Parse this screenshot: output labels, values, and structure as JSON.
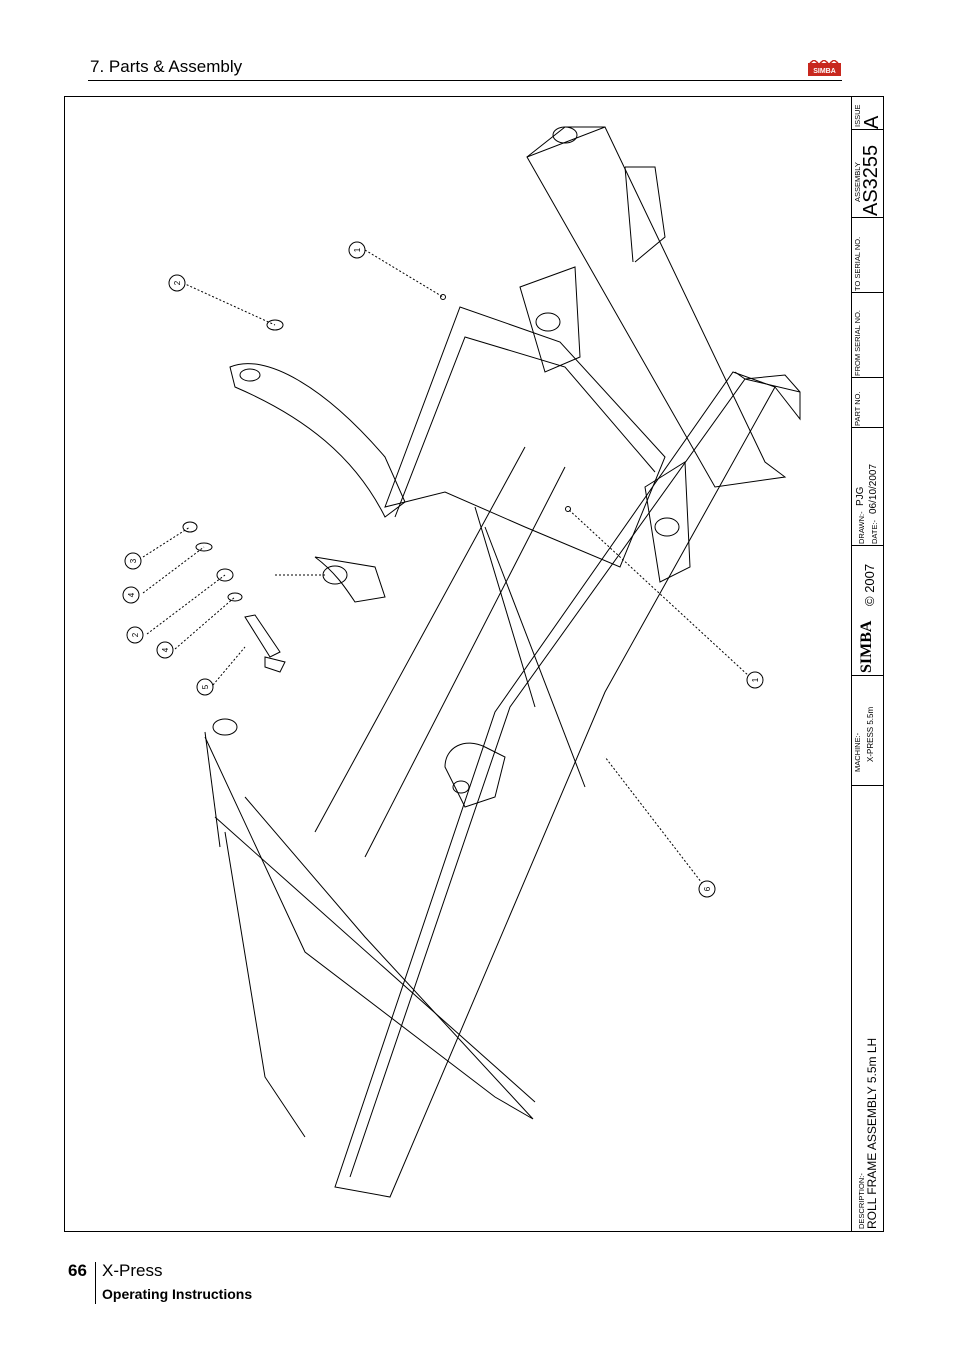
{
  "header": {
    "section_title": "7. Parts & Assembly",
    "logo_text": "SIMBA"
  },
  "title_block": {
    "issue_label": "ISSUE",
    "issue_value": "A",
    "assembly_label": "ASSEMBLY",
    "assembly_value": "AS3255",
    "to_serial_label": "TO SERIAL NO.",
    "from_serial_label": "FROM SERIAL NO.",
    "part_no_label": "PART NO.",
    "drawn_label": "DRAWN:-",
    "drawn_value": "PJG",
    "date_label": "DATE:-",
    "date_value": "06/10/2007",
    "copyright": "© 2007",
    "brand": "SIMBA",
    "machine_label": "MACHINE:-",
    "machine_value": "X-PRESS 5.5m",
    "description_label": "DESCRIPTION:-",
    "description_value": "ROLL FRAME ASSEMBLY 5.5m LH"
  },
  "balloons": [
    "1",
    "2",
    "3",
    "4",
    "2",
    "4",
    "5",
    "1",
    "6"
  ],
  "footer": {
    "page_number": "66",
    "product": "X-Press",
    "subtitle": "Operating Instructions"
  },
  "colors": {
    "line": "#000000",
    "logo_red": "#c8281e"
  }
}
